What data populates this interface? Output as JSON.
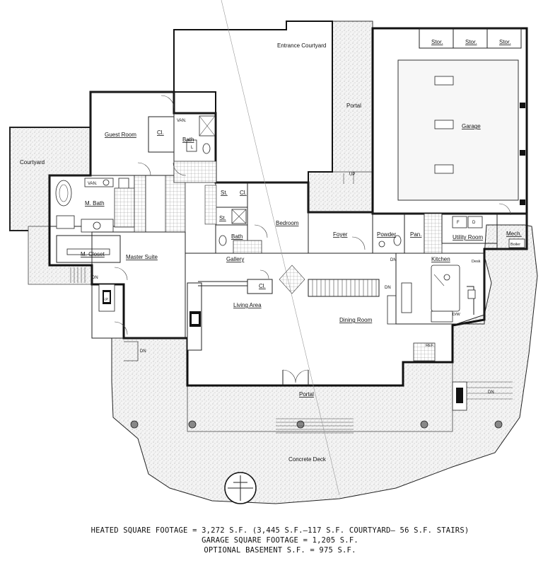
{
  "rooms": {
    "entrance_courtyard": "Entrance Courtyard",
    "portal_north": "Portal",
    "garage": "Garage",
    "stor_1": "Stor.",
    "stor_2": "Stor.",
    "stor_3": "Stor.",
    "guest_room": "Guest Room",
    "cl_guest": "Cl.",
    "van_guest": "VAN.",
    "bath_guest": "Bath",
    "l_guest": "L",
    "courtyard": "Courtyard",
    "m_bath": "M. Bath",
    "van_master": "VAN.",
    "m_closet": "M. Closet",
    "master_suite": "Master Suite",
    "st_1": "St.",
    "cl_bed": "Cl.",
    "st_2": "St.",
    "bath_bed": "Bath",
    "bedroom": "Bedroom",
    "gallery": "Gallery",
    "foyer": "Foyer",
    "powder": "Powder",
    "pan": "Pan.",
    "utility_room": "Utility Room",
    "mech": "Mech.",
    "boiler": "Boiler",
    "kitchen": "Kitchen",
    "desk": "Desk",
    "living_area": "Living Area",
    "cl_living": "Cl.",
    "dining_room": "Dining Room",
    "portal_south": "Portal",
    "concrete_deck": "Concrete Deck",
    "fp": "F.P.",
    "dw": "D/W",
    "ref": "REF.",
    "f_label": "F",
    "d_label": "D"
  },
  "stair_marks": {
    "dn_1": "DN",
    "dn_2": "DN",
    "dn_3": "DN",
    "dn_4": "DN",
    "dn_5": "DN",
    "up": "UP"
  },
  "square_footage": {
    "heated": "HEATED SQUARE FOOTAGE = 3,272 S.F. (3,445 S.F.–117 S.F. COURTYARD– 56 S.F. STAIRS)",
    "garage": "GARAGE SQUARE FOOTAGE = 1,205 S.F.",
    "basement": "OPTIONAL BASEMENT S.F. = 975 S.F."
  },
  "colors": {
    "line": "#111111",
    "deck_fill": "#f2f2f2",
    "stipple": "#9a9a9a",
    "tile_grid": "#8a8a8a",
    "garage_slab": "#f7f7f7"
  }
}
